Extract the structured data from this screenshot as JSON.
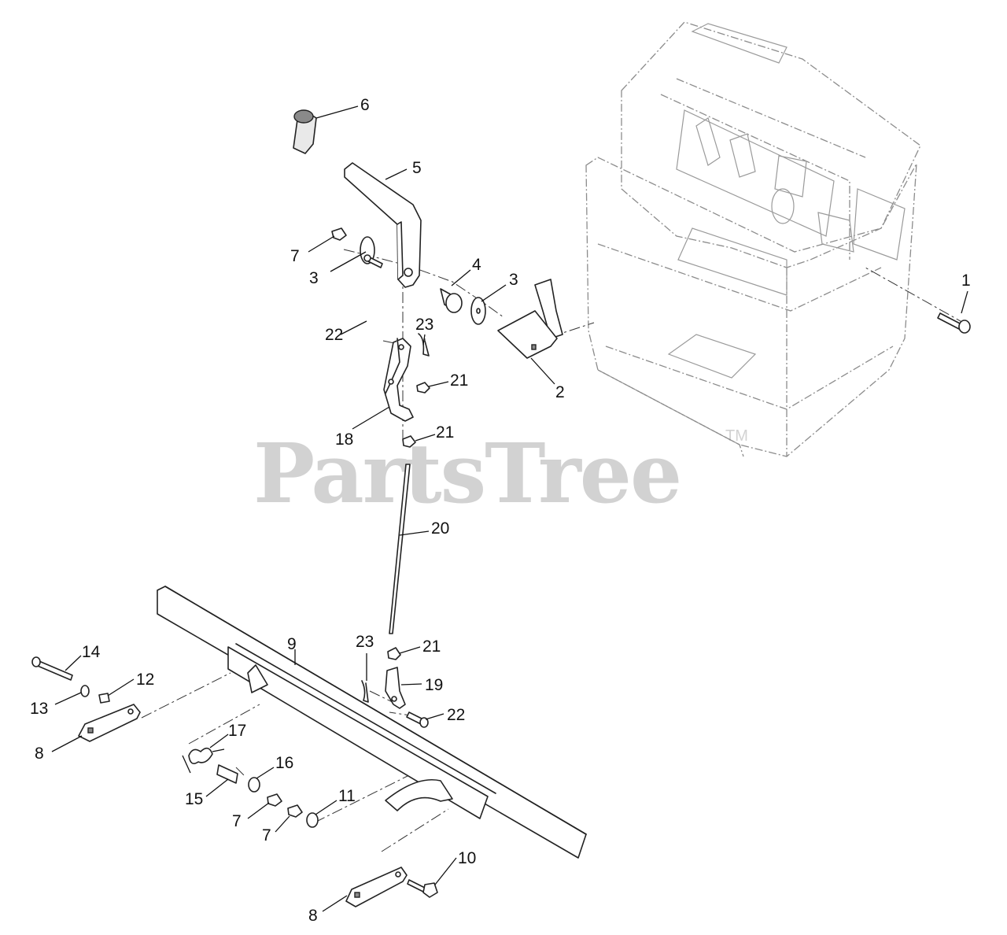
{
  "watermark": {
    "brand": "PartsTree",
    "trademark": "TM"
  },
  "callouts": [
    {
      "id": "c1",
      "label": "1"
    },
    {
      "id": "c2",
      "label": "2"
    },
    {
      "id": "c3a",
      "label": "3"
    },
    {
      "id": "c3b",
      "label": "3"
    },
    {
      "id": "c4",
      "label": "4"
    },
    {
      "id": "c5",
      "label": "5"
    },
    {
      "id": "c6",
      "label": "6"
    },
    {
      "id": "c7a",
      "label": "7"
    },
    {
      "id": "c7b",
      "label": "7"
    },
    {
      "id": "c7c",
      "label": "7"
    },
    {
      "id": "c8a",
      "label": "8"
    },
    {
      "id": "c8b",
      "label": "8"
    },
    {
      "id": "c9",
      "label": "9"
    },
    {
      "id": "c10",
      "label": "10"
    },
    {
      "id": "c11",
      "label": "11"
    },
    {
      "id": "c12",
      "label": "12"
    },
    {
      "id": "c13",
      "label": "13"
    },
    {
      "id": "c14",
      "label": "14"
    },
    {
      "id": "c15",
      "label": "15"
    },
    {
      "id": "c16",
      "label": "16"
    },
    {
      "id": "c17",
      "label": "17"
    },
    {
      "id": "c18",
      "label": "18"
    },
    {
      "id": "c19",
      "label": "19"
    },
    {
      "id": "c20",
      "label": "20"
    },
    {
      "id": "c21a",
      "label": "21"
    },
    {
      "id": "c21b",
      "label": "21"
    },
    {
      "id": "c21c",
      "label": "21"
    },
    {
      "id": "c22a",
      "label": "22"
    },
    {
      "id": "c22b",
      "label": "22"
    },
    {
      "id": "c23a",
      "label": "23"
    },
    {
      "id": "c23b",
      "label": "23"
    }
  ]
}
